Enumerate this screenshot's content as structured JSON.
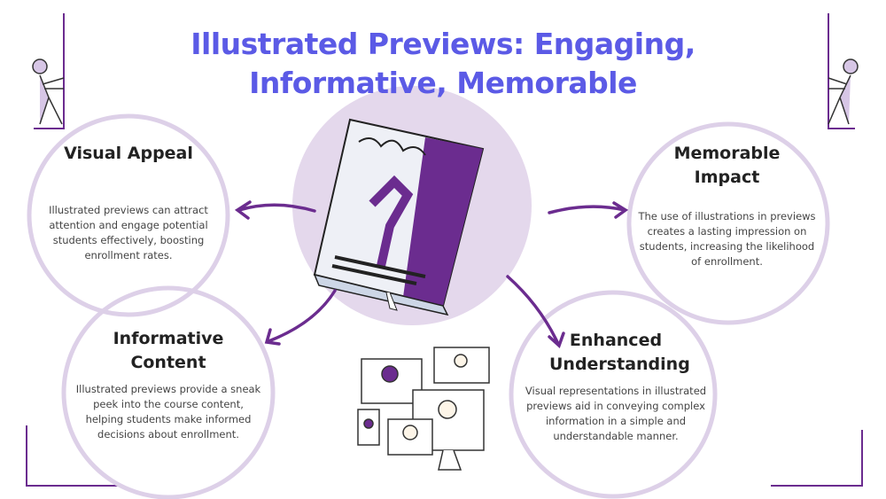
{
  "title": "Illustrated Previews: Engaging, Informative, Memorable",
  "colors": {
    "title": "#5b5ae6",
    "arrow": "#6b2c8f",
    "circle": "#ddd0e8",
    "center": "#e4d8ec"
  },
  "cards": [
    {
      "heading": "Visual Appeal",
      "body": "Illustrated previews can attract attention and engage potential students effectively, boosting enrollment rates."
    },
    {
      "heading": "Informative Content",
      "body": "Illustrated previews provide a sneak peek into the course content, helping students make informed decisions about enrollment."
    },
    {
      "heading": "Memorable Impact",
      "body": "The use of illustrations in previews creates a lasting impression on students, increasing the likelihood of enrollment."
    },
    {
      "heading": "Enhanced Understanding",
      "body": "Visual representations in illustrated previews aid in conveying complex information in a simple and understandable manner."
    }
  ]
}
